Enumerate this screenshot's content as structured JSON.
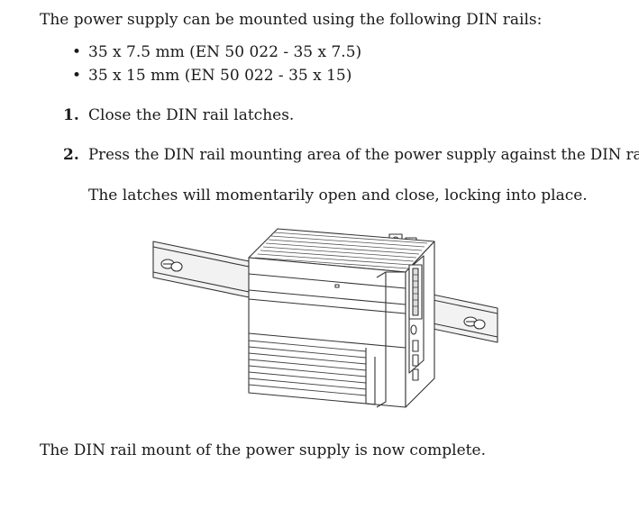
{
  "intro": "The power supply can be mounted using the following DIN rails:",
  "rails": [
    "35 x 7.5 mm (EN 50 022 - 35 x 7.5)",
    "35 x 15 mm (EN 50 022 - 35 x 15)"
  ],
  "steps": [
    {
      "num": "1.",
      "text": "Close the DIN rail latches."
    },
    {
      "num": "2.",
      "text": "Press the DIN rail mounting area of the power supply against the DIN rail."
    }
  ],
  "step_note": "The latches will momentarily open and close, locking into place.",
  "conclusion": "The DIN rail mount of the power supply is now complete."
}
